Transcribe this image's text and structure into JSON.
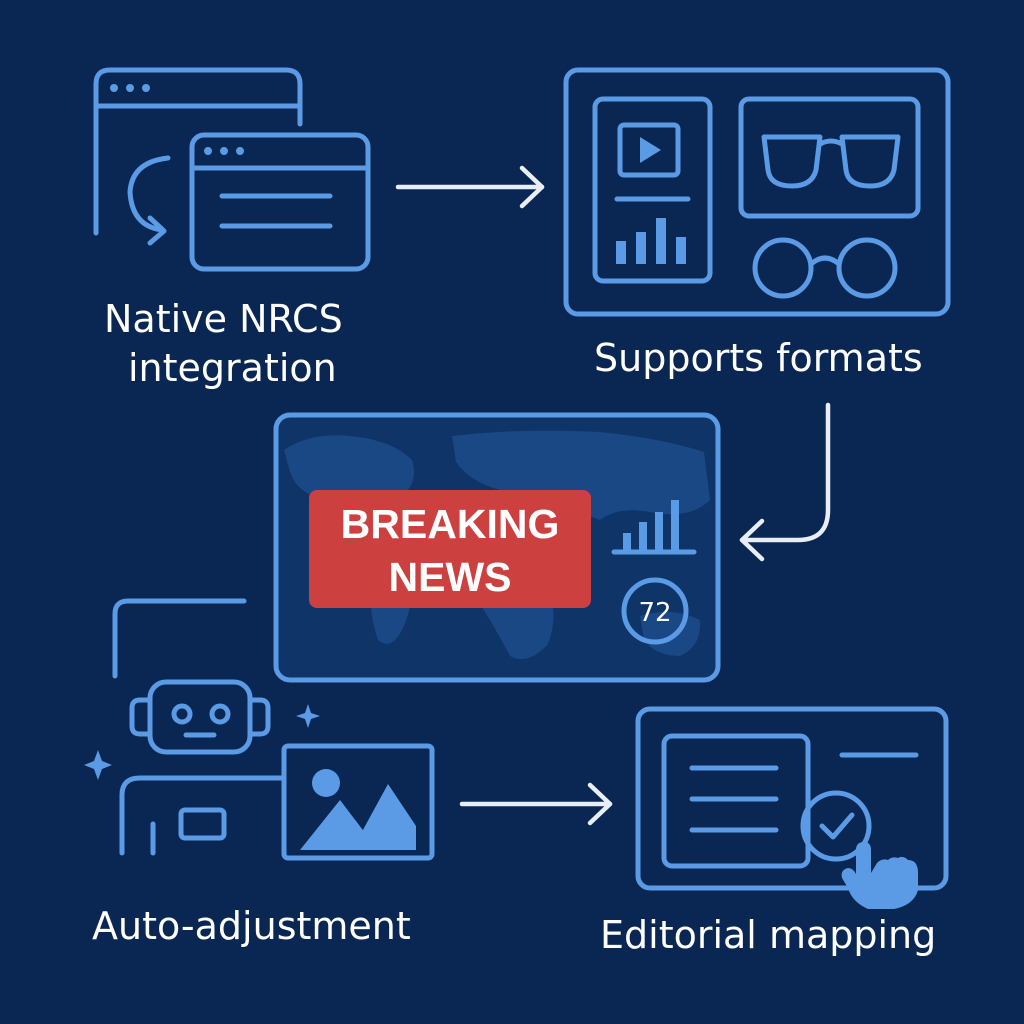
{
  "labels": {
    "native_nrcs": [
      "Native NRCS",
      "integration"
    ],
    "supports_formats": "Supports formats",
    "auto_adjustment": "Auto-adjustment",
    "editorial_mapping": "Editorial mapping"
  },
  "breaking_banner": {
    "line1": "BREAKING",
    "line2": "NEWS"
  },
  "score_badge": "72",
  "colors": {
    "background": "#0a2753",
    "icon_stroke": "#5b9be6",
    "arrow": "#e9eef6",
    "banner": "#cc4040",
    "text": "#ffffff"
  }
}
